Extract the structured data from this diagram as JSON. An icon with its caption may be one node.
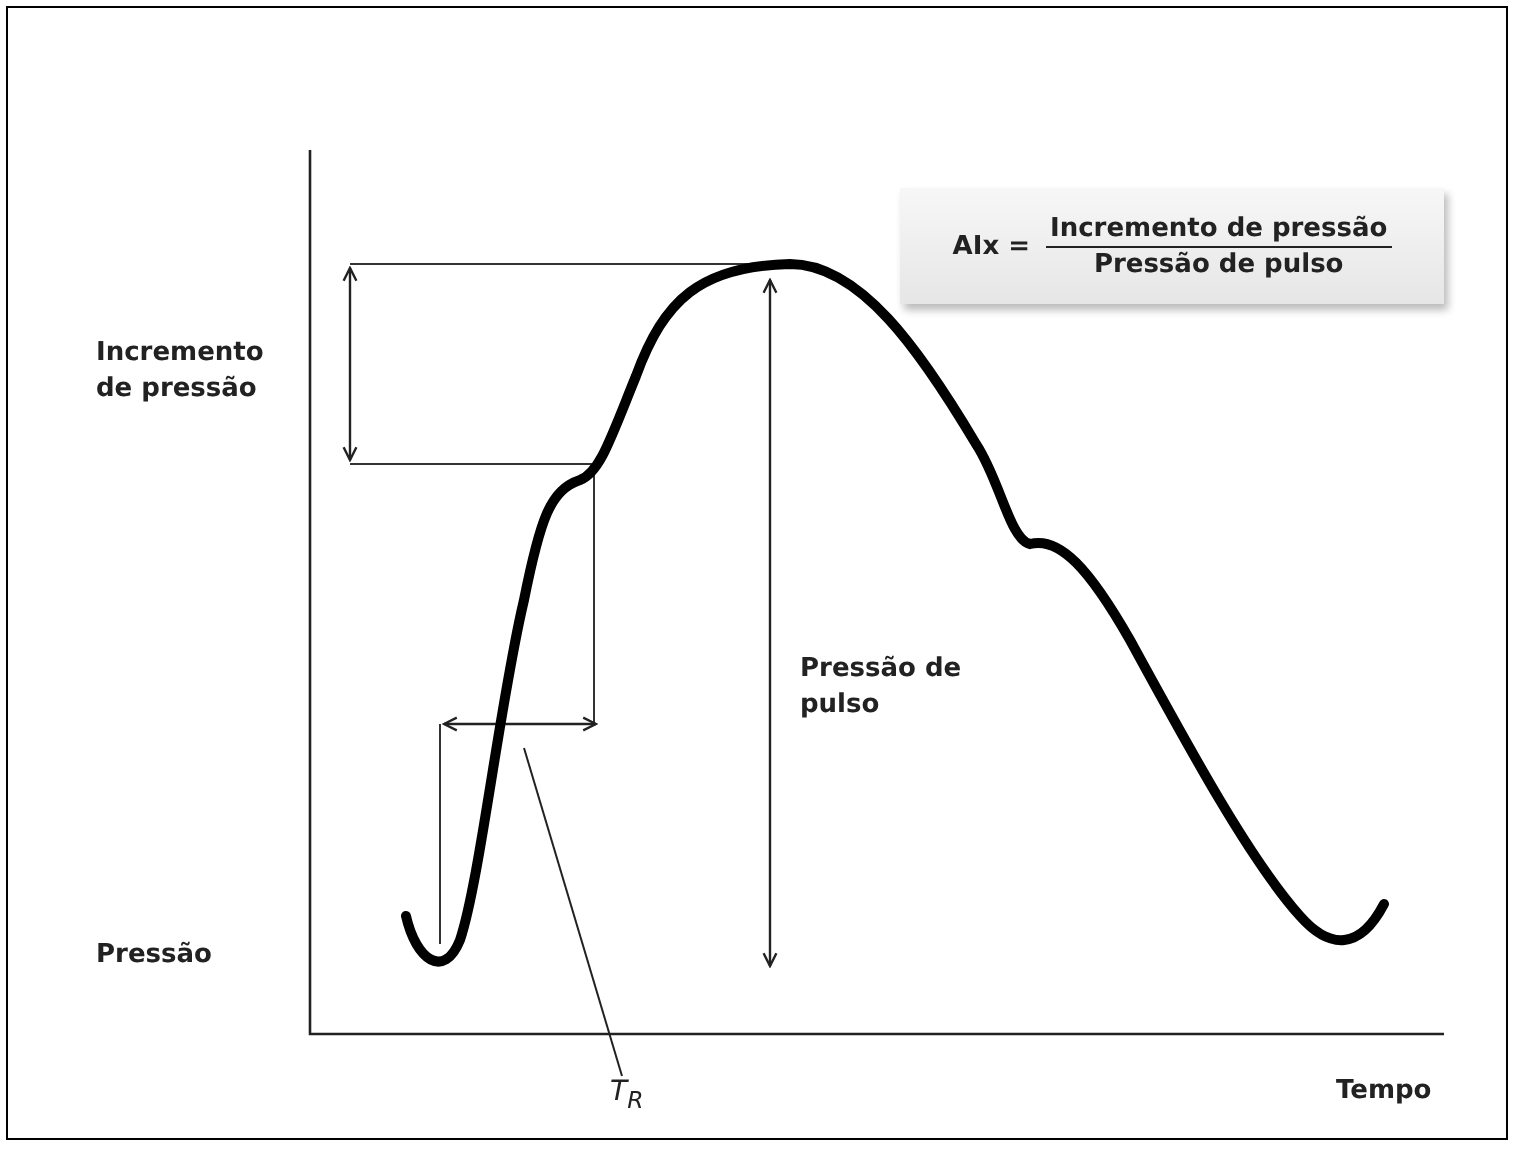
{
  "diagram": {
    "nodes": [
      {
        "text": [
          "AIx =",
          "Incremento de pressão",
          "Pressão de pulso"
        ]
      },
      {
        "text": [
          "T$_{R}$"
        ]
      },
      {
        "text": [],
        "shape": "curve"
      }
    ],
    "edges": [
      {
        "from": 1,
        "to": 2,
        "arrow": "none"
      }
    ],
    "labels": [
      "Incremento de pressão",
      "Pressão de pulso",
      "Pressão",
      "Tempo"
    ]
  }
}
